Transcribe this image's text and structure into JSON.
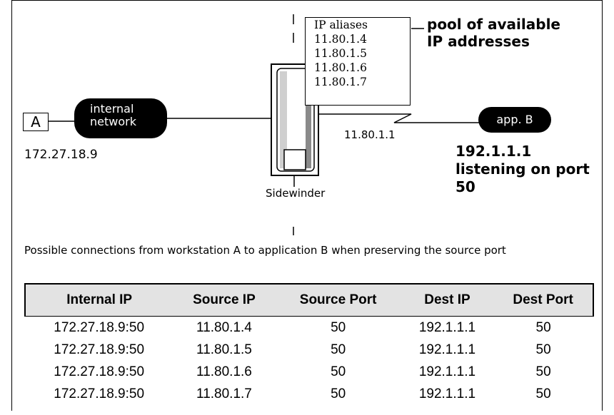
{
  "diagram": {
    "workstation_label": "A",
    "workstation_ip": "172.27.18.9",
    "internal_network_label": "internal network",
    "firewall_label": "Sidewinder",
    "firewall_ip": "11.80.1.1",
    "alias_title": "IP aliases",
    "aliases": [
      "11.80.1.4",
      "11.80.1.5",
      "11.80.1.6",
      "11.80.1.7"
    ],
    "pool_caption": "pool of available IP addresses",
    "app_label": "app. B",
    "app_caption": "192.1.1.1 listening on port 50"
  },
  "description": "Possible connections from workstation A to application B when preserving the source port",
  "table": {
    "headers": [
      "Internal IP",
      "Source IP",
      "Source Port",
      "Dest IP",
      "Dest Port"
    ],
    "rows": [
      [
        "172.27.18.9:50",
        "11.80.1.4",
        "50",
        "192.1.1.1",
        "50"
      ],
      [
        "172.27.18.9:50",
        "11.80.1.5",
        "50",
        "192.1.1.1",
        "50"
      ],
      [
        "172.27.18.9:50",
        "11.80.1.6",
        "50",
        "192.1.1.1",
        "50"
      ],
      [
        "172.27.18.9:50",
        "11.80.1.7",
        "50",
        "192.1.1.1",
        "50"
      ]
    ]
  }
}
